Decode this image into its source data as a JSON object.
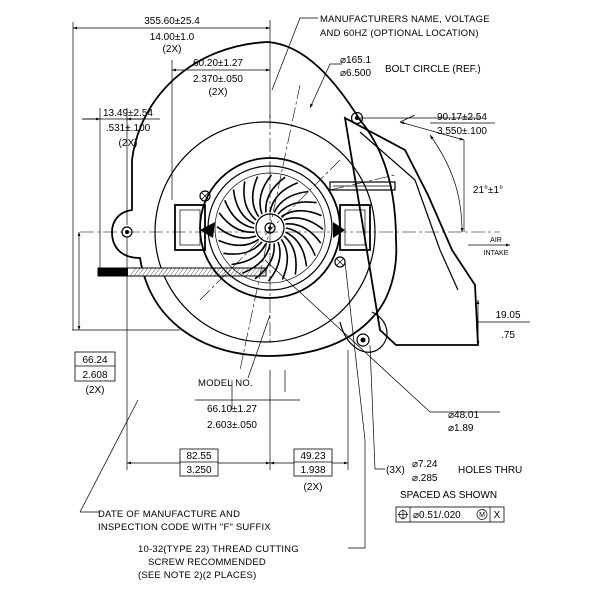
{
  "drawing": {
    "dims": {
      "overall_width_mm": "355.60±25.4",
      "overall_width_in": "14.00±1.0",
      "overall_width_qty": "(2X)",
      "inner_offset_mm": "60.20±1.27",
      "inner_offset_in": "2.370±.050",
      "inner_offset_qty": "(2X)",
      "left_offset_mm": "13.49±2.54",
      "left_offset_in": ".531±.100",
      "left_offset_qty": "(2X)",
      "right_width_mm": "90.17±2.54",
      "right_width_in": "3.550±.100",
      "angle": "21°±1°",
      "outlet_mm": "19.05",
      "outlet_in": ".75",
      "height_mm": "66.24",
      "height_in": "2.608",
      "height_qty": "(2X)",
      "center_offset_mm": "66.10±1.27",
      "center_offset_in": "2.603±.050",
      "bolt_circle_mm": "⌀165.1",
      "bolt_circle_in": "⌀6.500",
      "bolt_circle_label": "BOLT CIRCLE (REF.)",
      "hub_dia_mm": "⌀48.01",
      "hub_dia_in": "⌀1.89",
      "bottom_left_mm": "82.55",
      "bottom_left_in": "3.250",
      "bottom_right_mm": "49.23",
      "bottom_right_in": "1.938",
      "bottom_right_qty": "(2X)",
      "holes_qty": "(3X)",
      "holes_mm": "⌀7.24",
      "holes_in": "⌀.285",
      "holes_label": "HOLES THRU",
      "holes_spacing": "SPACED AS SHOWN",
      "fcf_tolerance": "⌀0.51/.020",
      "fcf_modifier": "M",
      "fcf_datum": "X"
    },
    "notes": {
      "manufacturer_line1": "MANUFACTURERS NAME, VOLTAGE",
      "manufacturer_line2": "AND 60HZ (OPTIONAL LOCATION)",
      "model_no": "MODEL NO.",
      "date_line1": "DATE OF MANUFACTURE AND",
      "date_line2": "INSPECTION CODE WITH \"F\" SUFFIX",
      "screw_line1": "10-32(TYPE 23) THREAD CUTTING",
      "screw_line2": "SCREW RECOMMENDED",
      "screw_line3": "(SEE NOTE 2)(2 PLACES)",
      "air_intake_line1": "AIR",
      "air_intake_line2": "INTAKE"
    }
  }
}
